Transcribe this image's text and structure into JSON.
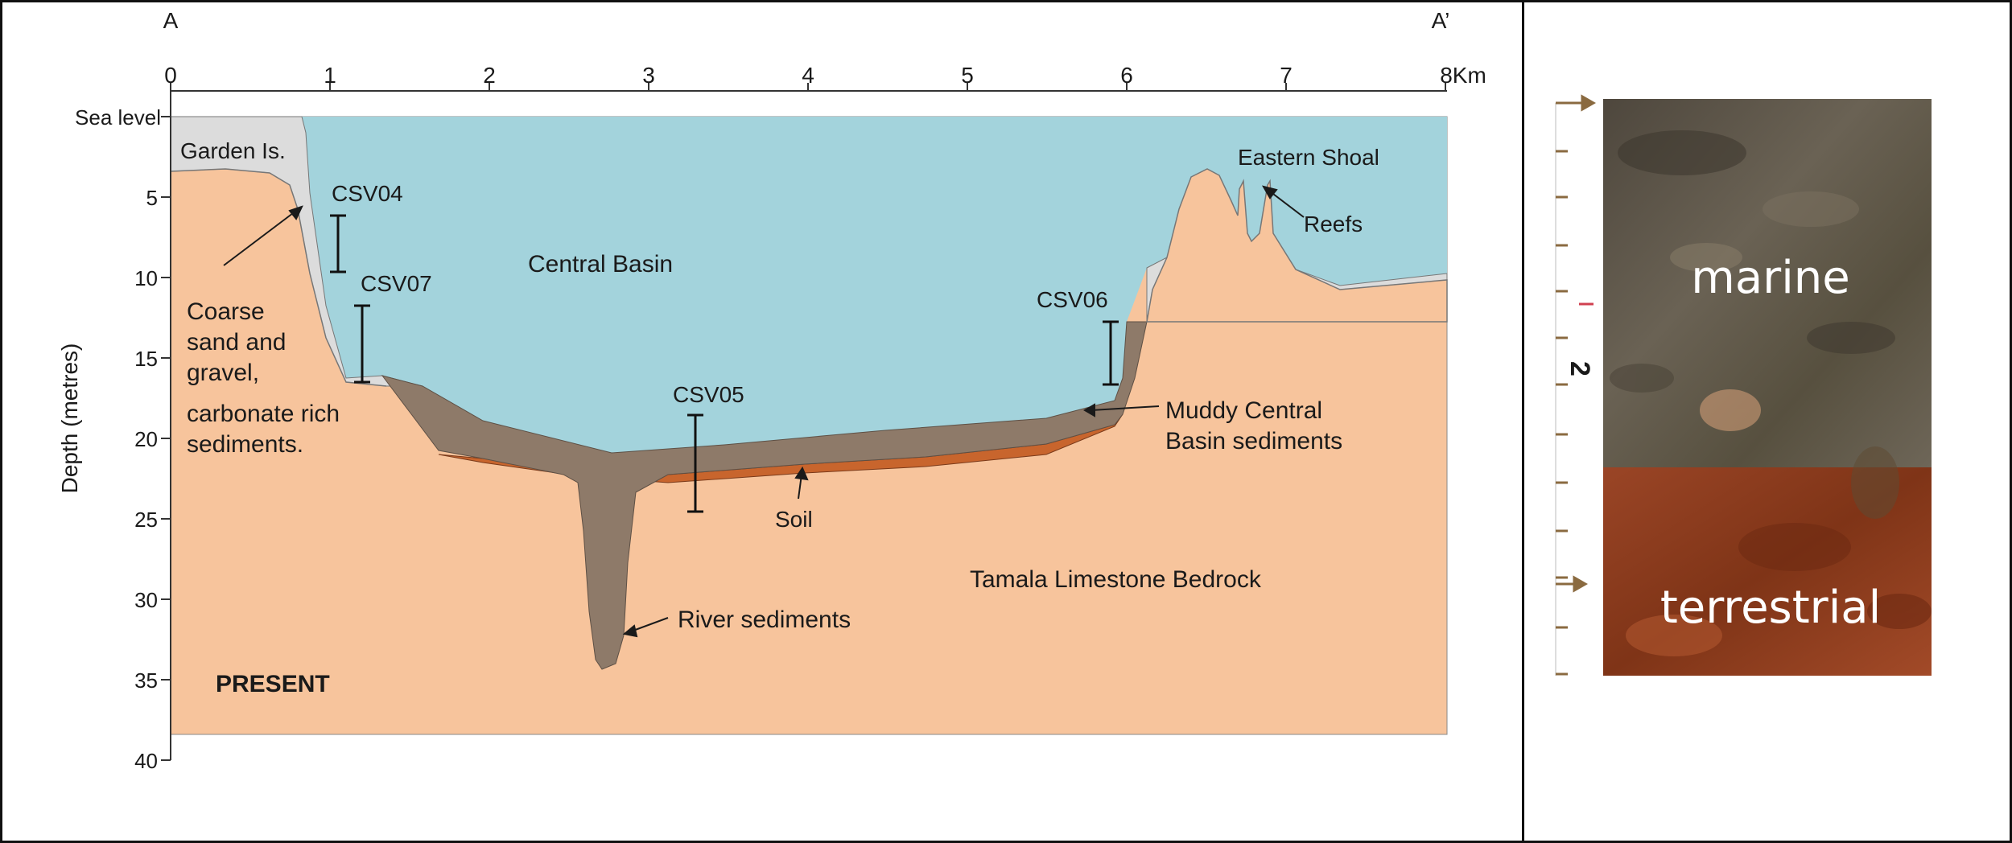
{
  "section_markers": {
    "start": "A",
    "end": "A’"
  },
  "distance_axis": {
    "ticks": [
      "0",
      "1",
      "2",
      "3",
      "4",
      "5",
      "6",
      "7",
      "8Km"
    ]
  },
  "depth_axis": {
    "title": "Depth (metres)",
    "ticks": [
      "Sea level",
      "5",
      "10",
      "15",
      "20",
      "25",
      "30",
      "35",
      "40"
    ]
  },
  "labels": {
    "garden_island": "Garden Is.",
    "central_basin": "Central Basin",
    "eastern_shoal": "Eastern Shoal",
    "reefs": "Reefs",
    "coarse_sand": [
      "Coarse",
      "sand and",
      "gravel,",
      "carbonate rich",
      "sediments."
    ],
    "muddy_central": [
      "Muddy Central",
      "Basin sediments"
    ],
    "soil": "Soil",
    "river_sediments": "River sediments",
    "bedrock": "Tamala Limestone Bedrock",
    "present": "PRESENT"
  },
  "cores": [
    {
      "id": "csv04",
      "label": "CSV04"
    },
    {
      "id": "csv07",
      "label": "CSV07"
    },
    {
      "id": "csv05",
      "label": "CSV05"
    },
    {
      "id": "csv06",
      "label": "CSV06"
    }
  ],
  "core_photo": {
    "scale_mark": "2",
    "upper_label": "marine",
    "lower_label": "terrestrial"
  },
  "colors": {
    "water": "#a3d3dc",
    "bedrock": "#f7c49c",
    "mud": "#8e7a69",
    "soil": "#c8652d",
    "carbonate": "#dcdcdc",
    "marine_core": "#5b5448",
    "terrestrial_core": "#8e3b1d"
  }
}
